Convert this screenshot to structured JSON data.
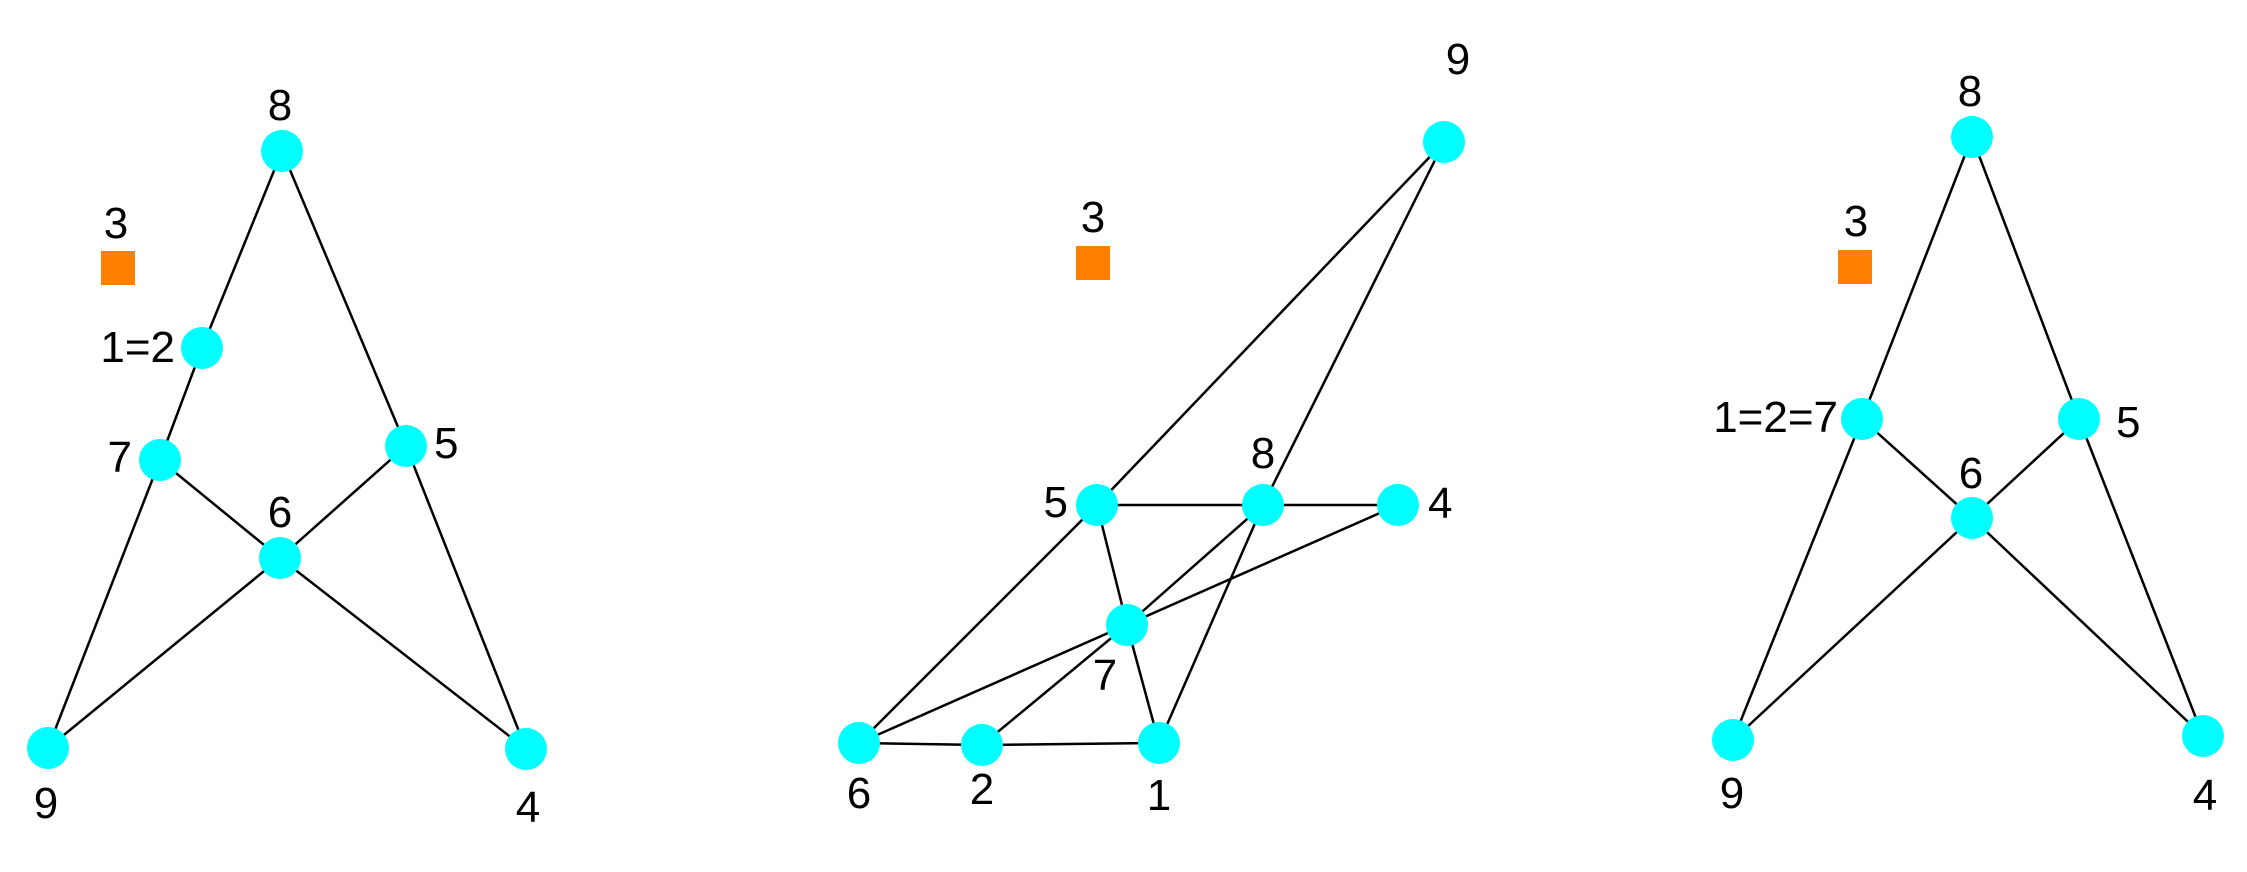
{
  "colors": {
    "node": "#00ffff",
    "special": "#ff7f00",
    "edge": "#000000",
    "background": "#ffffff"
  },
  "graphs": [
    {
      "id": "left",
      "nodes": [
        {
          "id": "n8",
          "label": "8",
          "shape": "circle"
        },
        {
          "id": "n3",
          "label": "3",
          "shape": "square"
        },
        {
          "id": "n12",
          "label": "1=2",
          "shape": "circle"
        },
        {
          "id": "n7",
          "label": "7",
          "shape": "circle"
        },
        {
          "id": "n5",
          "label": "5",
          "shape": "circle"
        },
        {
          "id": "n6",
          "label": "6",
          "shape": "circle"
        },
        {
          "id": "n9",
          "label": "9",
          "shape": "circle"
        },
        {
          "id": "n4",
          "label": "4",
          "shape": "circle"
        }
      ],
      "edges": [
        [
          "n8",
          "n12"
        ],
        [
          "n12",
          "n7"
        ],
        [
          "n7",
          "n9"
        ],
        [
          "n8",
          "n5"
        ],
        [
          "n5",
          "n4"
        ],
        [
          "n7",
          "n6"
        ],
        [
          "n5",
          "n6"
        ],
        [
          "n6",
          "n9"
        ],
        [
          "n6",
          "n4"
        ]
      ]
    },
    {
      "id": "middle",
      "nodes": [
        {
          "id": "n9",
          "label": "9",
          "shape": "circle"
        },
        {
          "id": "n3",
          "label": "3",
          "shape": "square"
        },
        {
          "id": "n5",
          "label": "5",
          "shape": "circle"
        },
        {
          "id": "n8",
          "label": "8",
          "shape": "circle"
        },
        {
          "id": "n4",
          "label": "4",
          "shape": "circle"
        },
        {
          "id": "n7",
          "label": "7",
          "shape": "circle"
        },
        {
          "id": "n6",
          "label": "6",
          "shape": "circle"
        },
        {
          "id": "n2",
          "label": "2",
          "shape": "circle"
        },
        {
          "id": "n1",
          "label": "1",
          "shape": "circle"
        }
      ],
      "edges": [
        [
          "n9",
          "n5"
        ],
        [
          "n9",
          "n8"
        ],
        [
          "n5",
          "n8"
        ],
        [
          "n8",
          "n4"
        ],
        [
          "n5",
          "n7"
        ],
        [
          "n5",
          "n6"
        ],
        [
          "n8",
          "n7"
        ],
        [
          "n8",
          "n1"
        ],
        [
          "n4",
          "n6"
        ],
        [
          "n7",
          "n2"
        ],
        [
          "n7",
          "n1"
        ],
        [
          "n6",
          "n2"
        ],
        [
          "n2",
          "n1"
        ]
      ]
    },
    {
      "id": "right",
      "nodes": [
        {
          "id": "n8",
          "label": "8",
          "shape": "circle"
        },
        {
          "id": "n3",
          "label": "3",
          "shape": "square"
        },
        {
          "id": "n127",
          "label": "1=2=7",
          "shape": "circle"
        },
        {
          "id": "n5",
          "label": "5",
          "shape": "circle"
        },
        {
          "id": "n6",
          "label": "6",
          "shape": "circle"
        },
        {
          "id": "n9",
          "label": "9",
          "shape": "circle"
        },
        {
          "id": "n4",
          "label": "4",
          "shape": "circle"
        }
      ],
      "edges": [
        [
          "n8",
          "n127"
        ],
        [
          "n8",
          "n5"
        ],
        [
          "n127",
          "n9"
        ],
        [
          "n127",
          "n6"
        ],
        [
          "n5",
          "n6"
        ],
        [
          "n5",
          "n4"
        ],
        [
          "n6",
          "n9"
        ],
        [
          "n6",
          "n4"
        ]
      ]
    }
  ]
}
